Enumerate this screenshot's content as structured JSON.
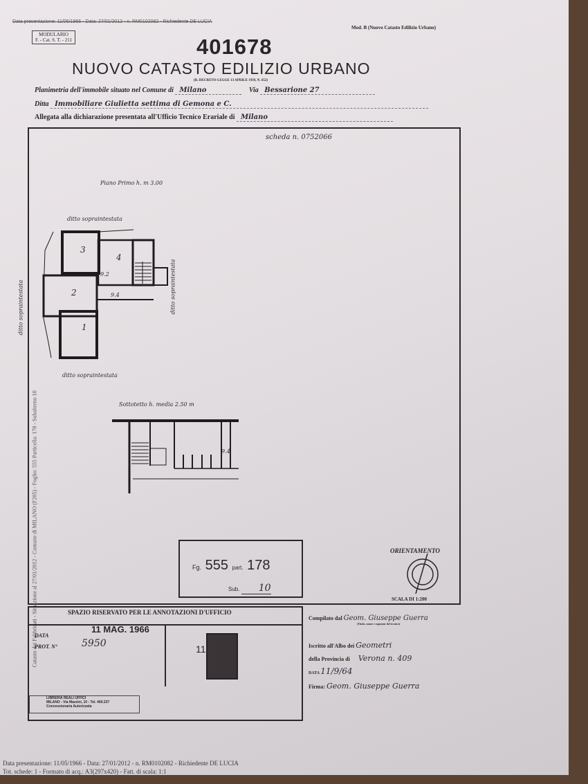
{
  "header": {
    "struck_line": "Data presentazione: 11/05/1966 - Data: 27/01/2012 - n. RM0102082 - Richiedente DE LUCIA",
    "modulario": "MODULARIO",
    "modulario_code": "F. - Cat. S. T. - 211",
    "model": "Mod. B (Nuovo Catasto Edilizio Urbano)",
    "number": "401678",
    "title": "NUOVO CATASTO EDILIZIO URBANO",
    "decree": "(R. DECRETO-LEGGE 13 APRILE 1939, N. 652)"
  },
  "form": {
    "planimetria_label": "Planimetria dell'immobile situato nel Comune di",
    "comune": "Milano",
    "via_label": "Via",
    "via": "Bessarione 27",
    "ditta_label": "Ditta",
    "ditta": "Immobiliare Giulietta settima di Gemona e C.",
    "allegata_label": "Allegata alla dichiarazione presentata all'Ufficio Tecnico Erariale di",
    "ufficio": "Milano"
  },
  "plan": {
    "scheda": "scheda n. 0752066",
    "floor_label": "Piano Primo h. m 3.00",
    "neighbor_top": "ditto sopraintestata",
    "neighbor_left": "ditto sopraintestata",
    "neighbor_right": "ditto sopraintestata",
    "neighbor_bottom": "ditto sopraintestata",
    "rooms": [
      "1",
      "2",
      "3",
      "4",
      "9.2",
      "9.4"
    ],
    "sottotetto_label": "Sottotetto h. media 2.50 m",
    "sottotetto_room": "9.4",
    "side_stamp": "Catasto dei Fabbricati - Situazione al 27/01/2012 - Comune di MILANO (F205) - Foglio: 555 Particella: 178 - Subalterno 10"
  },
  "ref_box": {
    "fg_label": "Fg.",
    "fg": "555",
    "part_label": "part.",
    "part": "178",
    "sub_label": "Sub.",
    "sub": "10"
  },
  "orientation": {
    "label": "ORIENTAMENTO",
    "scale": "SCALA DI 1:200"
  },
  "office": {
    "title": "SPAZIO RISERVATO PER LE ANNOTAZIONI D'UFFICIO",
    "data_label": "DATA",
    "data": "11 MAG. 1966",
    "prot_label": "PROT. N°",
    "prot": "5950",
    "stamp_num": "11",
    "printer": "LIBRERIA REALI UFFICI",
    "printer_addr": "MILANO - Via Mazzini, 10 - Tel. 460.237",
    "printer_note": "Concessionaria Autorizzata"
  },
  "compiler": {
    "compilato_label": "Compilato dal",
    "compilato": "Geom. Giuseppe Guerra",
    "compilato_hint": "(Titolo, nome e cognome del tecnico)",
    "iscritto_label": "Iscritto all'Albo dei",
    "albo": "Geometri",
    "provincia_label": "della Provincia di",
    "provincia": "Verona n. 409",
    "data_label": "DATA",
    "data": "11/9/64",
    "firma_label": "Firma:",
    "firma": "Geom. Giuseppe Guerra"
  },
  "footer": {
    "line1": "Data presentazione: 11/05/1966 - Data: 27/01/2012 - n. RM0102082 - Richiedente DE LUCIA",
    "line2": "Tot. schede: 1 - Formato di acq.: A3(297x420) - Fatt. di scala: 1:1"
  }
}
